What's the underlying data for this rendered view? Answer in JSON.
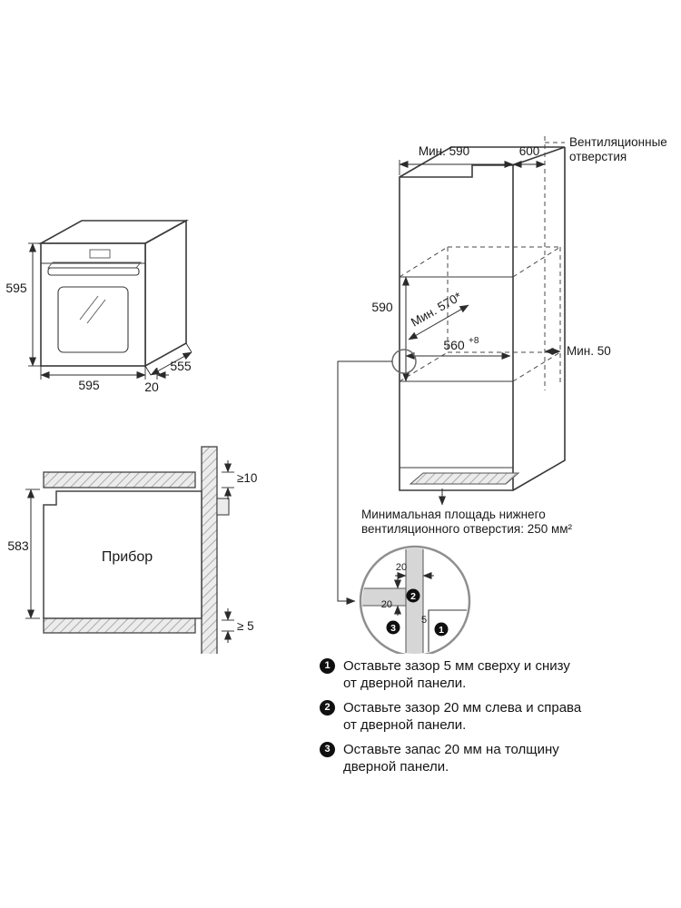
{
  "oven": {
    "height": "595",
    "width": "595",
    "depth": "555",
    "door_gap": "20"
  },
  "cabinet": {
    "top_width": "Мин. 590",
    "depth": "600",
    "vent_line1": "Вентиляционные",
    "vent_line2": "отверстия",
    "niche_height": "590",
    "niche_depth": "Мин. 570*",
    "niche_width": "560",
    "niche_width_tol": "+8",
    "rear_gap": "Мин. 50"
  },
  "vent_note": {
    "line1": "Минимальная площадь нижнего",
    "line2": "вентиляционного отверстия: 250 мм²"
  },
  "section": {
    "label": "Прибор",
    "height": "583",
    "top_gap": "≥10",
    "bottom_gap": "≥ 5"
  },
  "detail": {
    "dim_top": "20",
    "dim_left": "20",
    "dim_small": "5",
    "marker1": "1",
    "marker2": "2",
    "marker3": "3"
  },
  "notes": [
    {
      "num": "1",
      "line1": "Оставьте зазор 5 мм сверху и снизу",
      "line2": "от дверной панели."
    },
    {
      "num": "2",
      "line1": "Оставьте зазор 20 мм слева и справа",
      "line2": "от дверной панели."
    },
    {
      "num": "3",
      "line1": "Оставьте запас 20 мм на толщину",
      "line2": "дверной панели."
    }
  ]
}
